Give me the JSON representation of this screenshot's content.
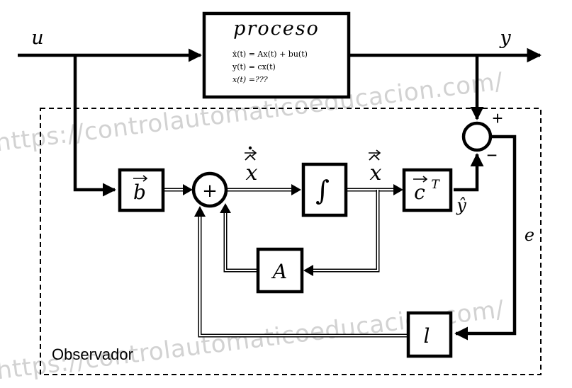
{
  "watermark": {
    "top": "https://controlautomaticoeducacion.com/",
    "bottom": "https://controlautomaticoeducacion.com/"
  },
  "labels": {
    "input": "u",
    "output": "y",
    "error": "e",
    "observer": "Observador",
    "plus": "+",
    "minus": "−",
    "y_hat": "ŷ",
    "xhat_dot": "x",
    "xhat": "x"
  },
  "blocks": {
    "process": {
      "title": "proceso",
      "eq1": "ẋ(t) = Ax(t) + bu(t)",
      "eq2": "y(t) = cx(t)",
      "eq3": "x(t) =???"
    },
    "b": "b",
    "integrator": "∫",
    "c": "c",
    "c_sup": "T",
    "A": "A",
    "l": "l",
    "sum": "+"
  },
  "colors": {
    "stroke": "#000000",
    "watermark": "#d2d2d2",
    "background": "#ffffff"
  }
}
